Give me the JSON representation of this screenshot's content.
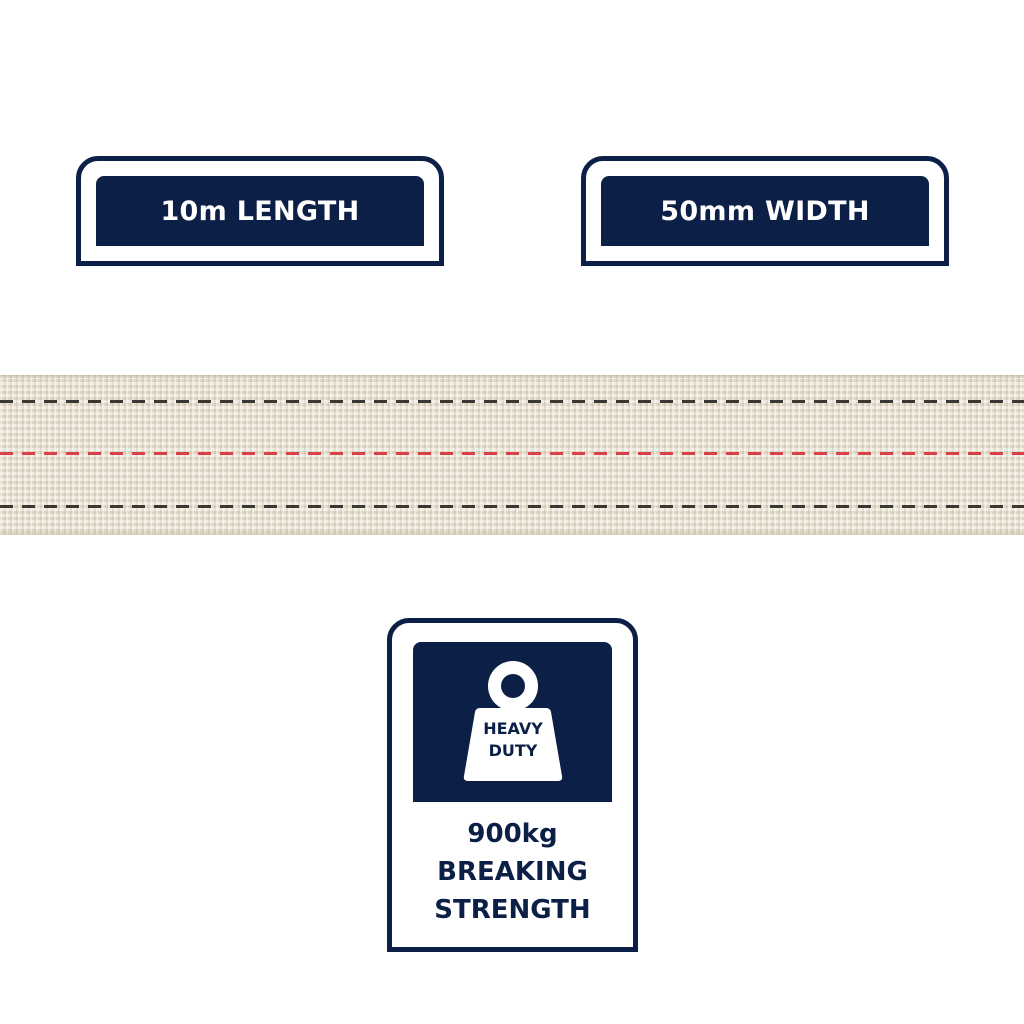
{
  "badges": {
    "length_label": "10m LENGTH",
    "width_label": "50mm WIDTH"
  },
  "strength_card": {
    "icon": "heavy-weight-icon",
    "icon_line1": "HEAVY",
    "icon_line2": "DUTY",
    "value": "900kg",
    "line2": "BREAKING",
    "line3": "STRENGTH"
  },
  "colors": {
    "navy": "#0c1f47",
    "strap": "#ede5d7",
    "stitch_dark": "#3a3833",
    "stitch_red": "#d8414a"
  }
}
